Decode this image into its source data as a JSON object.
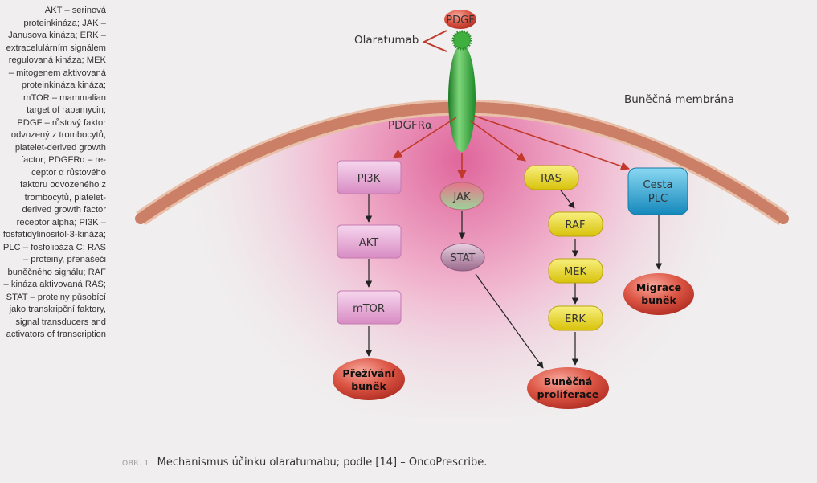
{
  "legend": [
    {
      "term": "AKT",
      "def": " – serinová proteinkináza;"
    },
    {
      "term": "JAK",
      "def": " – Janusova kináza;"
    },
    {
      "term": "ERK",
      "def": " – extra­celulárním signálem regulovaná kináza;"
    },
    {
      "term": "MEK",
      "def": " – mitogenem aktivovaná pro­teinkináza kináza;"
    },
    {
      "term": "mTOR",
      "def": " – mammalian target of rapamycin;"
    },
    {
      "term": "PDGF",
      "def": " – růstový faktor odvozený z trombocytů, plate­let-derived growth factor;"
    },
    {
      "term": "PDGFRα",
      "def": " – re­ceptor α růstového faktoru odvozeného z trombocytů, plate­let-derived growth factor receptor al­pha;"
    },
    {
      "term": "PI3K",
      "def": " – fosfati­dylinositol-3-kináza;"
    },
    {
      "term": "PLC",
      "def": " – fosfolipáza C;"
    },
    {
      "term": "RAS",
      "def": " – proteiny, pře­našeči buněčného signálu;"
    },
    {
      "term": "RAF",
      "def": " – ki­náza aktivovaná RAS;"
    },
    {
      "term": "STAT",
      "def": " – pro­teiny působící jako transkripční faktory, signal transducers and activators of transcription"
    }
  ],
  "labels": {
    "pdgf": "PDGF",
    "olaratumab": "Olaratumab",
    "membrane": "Buněčná membrána",
    "receptor": "PDGFRα"
  },
  "nodes": {
    "pi3k": "PI3K",
    "akt": "AKT",
    "mtor": "mTOR",
    "jak": "JAK",
    "stat": "STAT",
    "ras": "RAS",
    "raf": "RAF",
    "mek": "MEK",
    "erk": "ERK",
    "plc_line1": "Cesta",
    "plc_line2": "PLC"
  },
  "outcomes": {
    "survival_line1": "Přežívání",
    "survival_line2": "buněk",
    "proliferation_line1": "Buněčná",
    "proliferation_line2": "proliferace",
    "migration_line1": "Migrace",
    "migration_line2": "buněk"
  },
  "caption": {
    "label": "OBR. 1",
    "text": "Mechanismus účinku olaratumabu; podle [14] – OncoPrescribe."
  },
  "colors": {
    "pink_box": "#e9a9d6",
    "yellow_box": "#ecdc18",
    "blue_box": "#2aaad4",
    "red_outcome": "#d9574a",
    "receptor_green": "#2fa83a",
    "arrow_red": "#c0392b"
  }
}
